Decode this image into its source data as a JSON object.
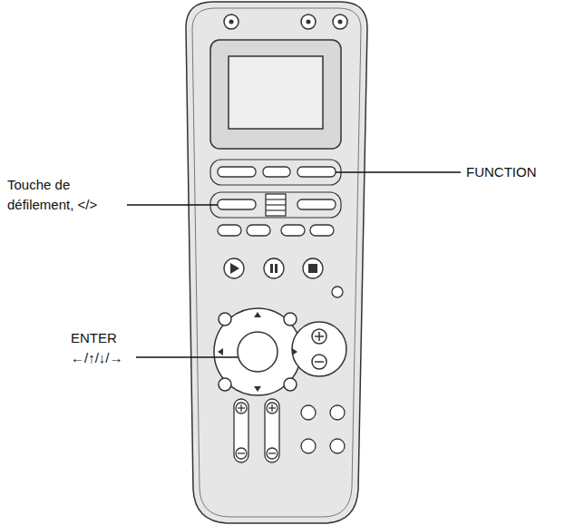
{
  "diagram": {
    "labels": [
      "Touche de défilement, </>",
      "FUNCTION",
      "ENTER",
      "←/↑/↓/→"
    ]
  }
}
